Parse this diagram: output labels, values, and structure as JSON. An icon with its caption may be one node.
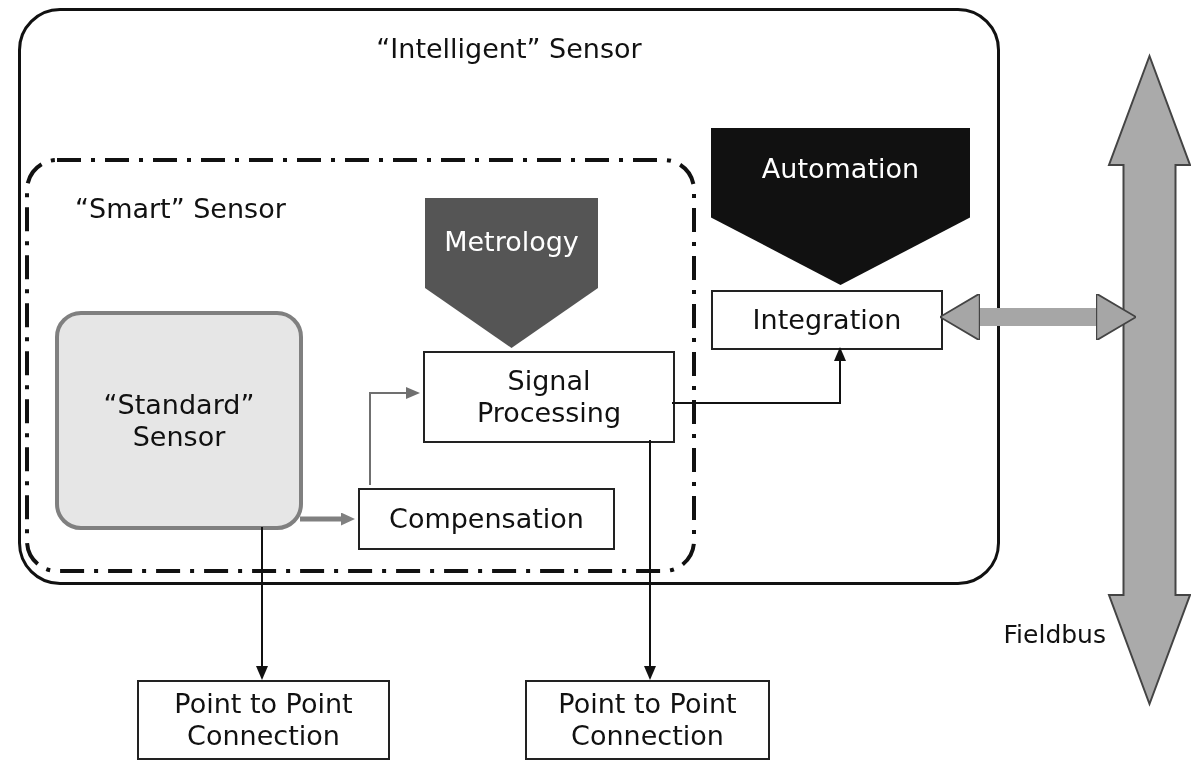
{
  "diagram": {
    "nodes": [
      {
        "text": [
          "“Intelligent” Sensor"
        ]
      },
      {
        "text": [
          "“Smart” Sensor"
        ],
        "in": 0
      },
      {
        "text": [
          "“Standard” Sensor"
        ],
        "in": 1
      },
      {
        "text": [
          "Metrology"
        ],
        "in": 1
      },
      {
        "text": [
          "Signal Processing"
        ],
        "in": 1
      },
      {
        "text": [
          "Compensation"
        ],
        "in": 1
      },
      {
        "text": [
          "Automation"
        ],
        "in": 0
      },
      {
        "text": [
          "Integration"
        ],
        "in": 0
      },
      {
        "text": [],
        "shape": "bar",
        "beside": [
          "Fieldbus"
        ]
      },
      {
        "text": [
          "Point to Point Connection"
        ]
      },
      {
        "text": [
          "Point to Point Connection"
        ]
      }
    ],
    "edges": [
      {
        "from": 2,
        "to": 5,
        "arrow": "to",
        "style": "thick",
        "color": "#808080"
      },
      {
        "from": 5,
        "to": 4,
        "arrow": "to",
        "color": "#707070"
      },
      {
        "from": 4,
        "to": 7,
        "arrow": "to"
      },
      {
        "from": 2,
        "to": 9,
        "arrow": "to"
      },
      {
        "from": 4,
        "to": 10,
        "arrow": "to"
      },
      {
        "from": 7,
        "to": 8,
        "arrow": "both",
        "style": "thick",
        "color": "#a6a6a6"
      }
    ]
  }
}
